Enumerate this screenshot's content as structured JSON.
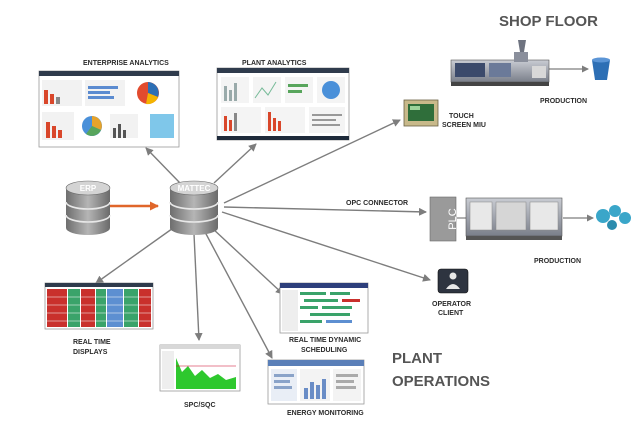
{
  "headings": {
    "shop_floor": "SHOP FLOOR",
    "plant_ops_line1": "PLANT",
    "plant_ops_line2": "OPERATIONS"
  },
  "nodes": {
    "erp": "ERP",
    "mattec": "MATTEC",
    "plc": "PLC"
  },
  "labels": {
    "enterprise_analytics": "ENTERPRISE ANALYTICS",
    "plant_analytics": "PLANT ANALYTICS",
    "touch_screen_1": "TOUCH",
    "touch_screen_2": "SCREEN MIU",
    "production_top": "PRODUCTION",
    "opc_connector": "OPC CONNECTOR",
    "production_mid": "PRODUCTION",
    "operator_client_1": "OPERATOR",
    "operator_client_2": "CLIENT",
    "real_time_displays_1": "REAL TIME",
    "real_time_displays_2": "DISPLAYS",
    "spc_sqc": "SPC/SQC",
    "rt_scheduling_1": "REAL TIME DYNAMIC",
    "rt_scheduling_2": "SCHEDULING",
    "energy_monitoring": "ENERGY MONITORING"
  },
  "colors": {
    "arrow": "#7d7d7d",
    "erp_link": "#e0662a",
    "db_body": "#8a8a8a",
    "heading": "#555555"
  }
}
